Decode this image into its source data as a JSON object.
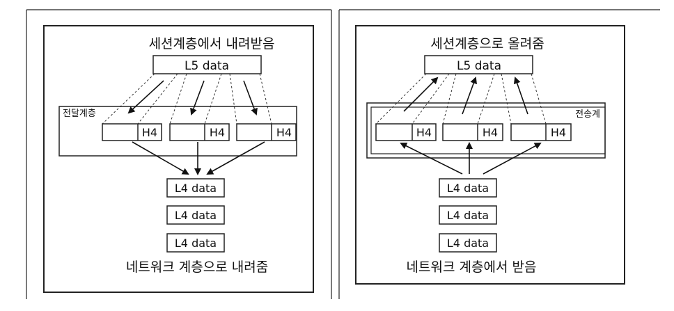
{
  "left_panel": {
    "top_caption": "세션계층에서 내려받음",
    "l5_label": "L5 data",
    "layer_label": "전달계층",
    "segment_header": "H4",
    "l4_label": "L4 data",
    "bottom_caption": "네트워크 계층으로 내려줌"
  },
  "right_panel": {
    "top_caption": "세션계층으로 올려줌",
    "l5_label": "L5 data",
    "layer_label": "전송계",
    "segment_header": "H4",
    "l4_label": "L4 data",
    "bottom_caption": "네트워크 계층에서 받음"
  }
}
